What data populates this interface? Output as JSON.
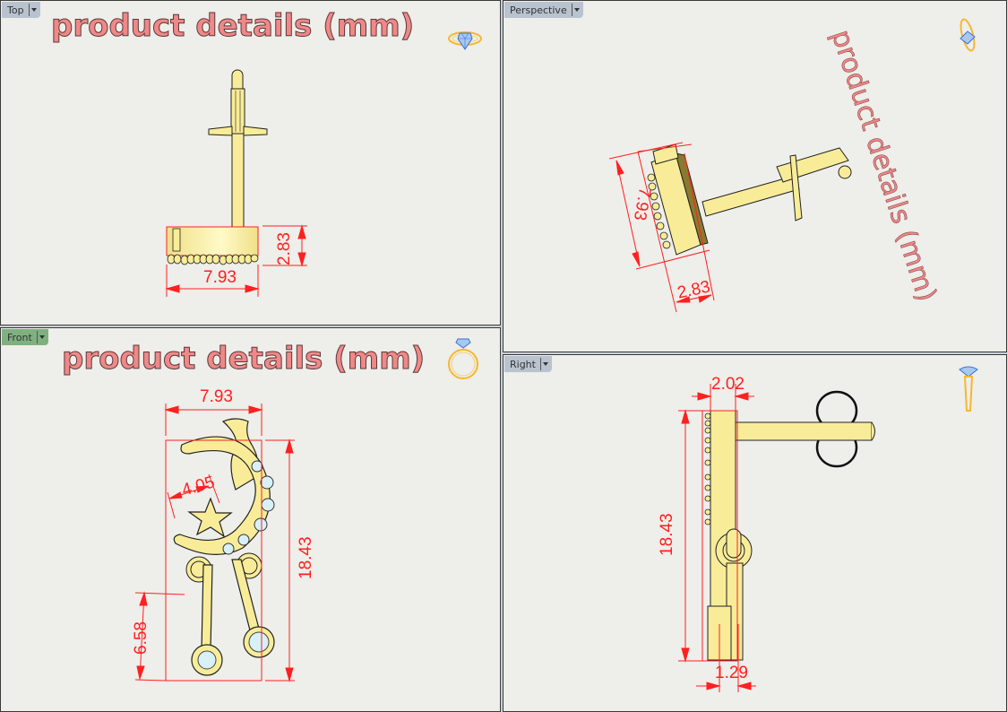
{
  "viewports": {
    "top": {
      "label": "Top",
      "watermark": "product details (mm)",
      "dimensions": {
        "width": "7.93",
        "height": "2.83"
      },
      "widget_icon": "ring-top-view-icon"
    },
    "perspective": {
      "label": "Perspective",
      "watermark": "product details (mm)",
      "dimensions": {
        "length": "7.93",
        "depth": "2.83"
      },
      "widget_icon": "ring-perspective-icon"
    },
    "front": {
      "label": "Front",
      "active": true,
      "watermark": "product details (mm)",
      "dimensions": {
        "width": "7.93",
        "height": "18.43",
        "star_span": "4.05",
        "drop_length": "6.58"
      },
      "widget_icon": "ring-front-view-icon"
    },
    "right": {
      "label": "Right",
      "dimensions": {
        "top_depth": "2.02",
        "height": "18.43",
        "bottom_depth": "1.29"
      },
      "widget_icon": "ring-side-view-icon"
    }
  },
  "colors": {
    "viewport_bg": "#eeeeea",
    "dimension_red": "#ff2020",
    "gold": "#f8ec98",
    "watermark_pink": "#f08888",
    "active_tab": "#80b080",
    "inactive_tab": "#b9c3cf"
  }
}
